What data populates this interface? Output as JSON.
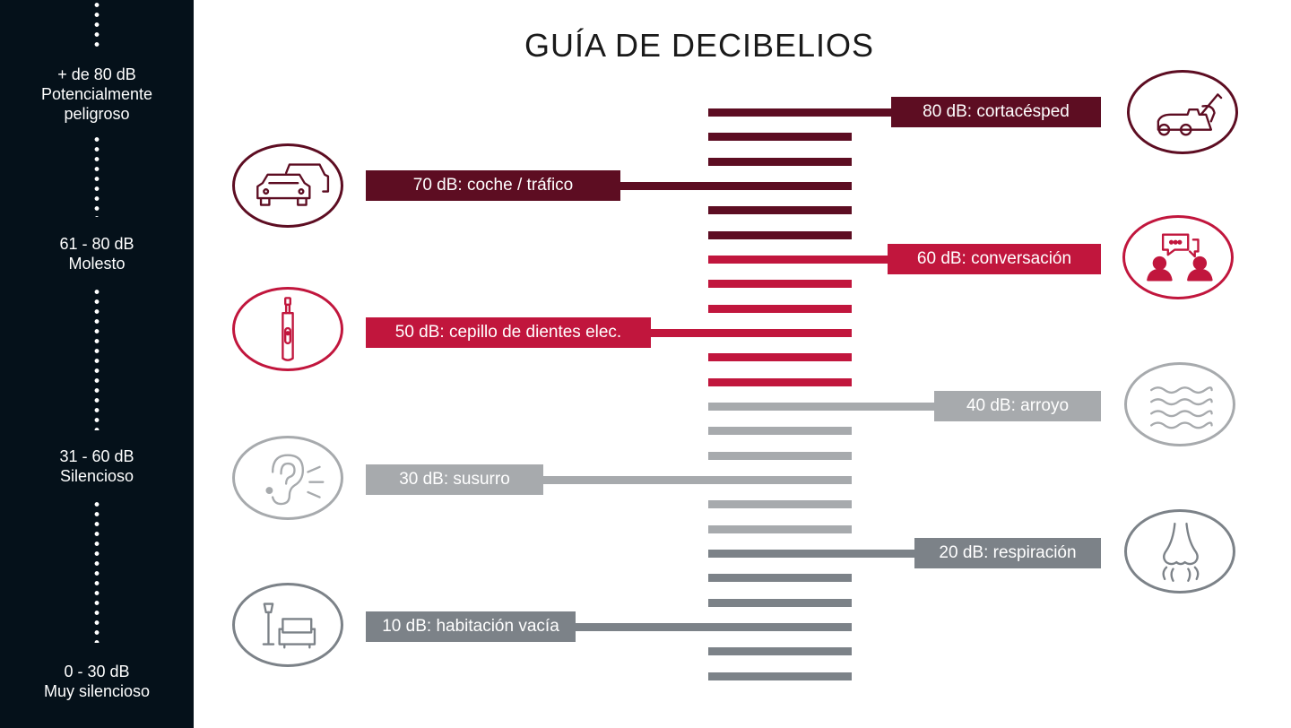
{
  "title": "GUÍA DE DECIBELIOS",
  "colors": {
    "sidebar": "#05111a",
    "dark": "#5d0d22",
    "red": "#c1163d",
    "light_gray": "#a7aaad",
    "gray": "#7c8288"
  },
  "sidebar": {
    "ranges": [
      {
        "lines": [
          "+ de 80 dB",
          "Potencialmente",
          "peligroso"
        ]
      },
      {
        "lines": [
          "61 - 80 dB",
          "Molesto"
        ]
      },
      {
        "lines": [
          "31 - 60 dB",
          "Silencioso"
        ]
      },
      {
        "lines": [
          "0 - 30 dB",
          "Muy silencioso"
        ]
      }
    ]
  },
  "levels": [
    {
      "label": "80 dB: cortacésped",
      "icon": "lawnmower-icon"
    },
    {
      "label": "70 dB: coche / tráfico",
      "icon": "cars-icon"
    },
    {
      "label": "60 dB: conversación",
      "icon": "conversation-icon"
    },
    {
      "label": "50 dB: cepillo de dientes elec.",
      "icon": "toothbrush-icon"
    },
    {
      "label": "40 dB: arroyo",
      "icon": "stream-waves-icon"
    },
    {
      "label": "30 dB: susurro",
      "icon": "ear-whisper-icon"
    },
    {
      "label": "20 dB: respiración",
      "icon": "nose-breathing-icon"
    },
    {
      "label": "10 dB: habitación vacía",
      "icon": "empty-room-icon"
    }
  ]
}
